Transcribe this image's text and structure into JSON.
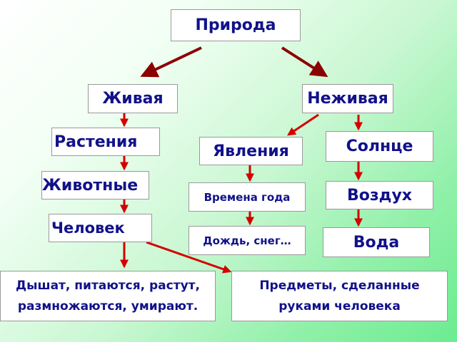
{
  "nodes": {
    "root": "Природа",
    "living": "Живая",
    "nonliving": "Неживая",
    "plants": "Растения",
    "animals": "Животные",
    "human": "Человек",
    "phenomena": "Явления",
    "seasons": "Времена года",
    "rain": "Дождь, снег…",
    "sun": "Солнце",
    "air": "Воздух",
    "water": "Вода",
    "traits_line1": "Дышат, питаются, растут,",
    "traits_line2": "размножаются, умирают.",
    "objects_line1": "Предметы, сделанные",
    "objects_line2": "руками человека"
  },
  "colors": {
    "text": "#11118a",
    "arrow_main": "#8b0000",
    "arrow_red": "#d40000",
    "box_border": "#9a9a9a"
  }
}
